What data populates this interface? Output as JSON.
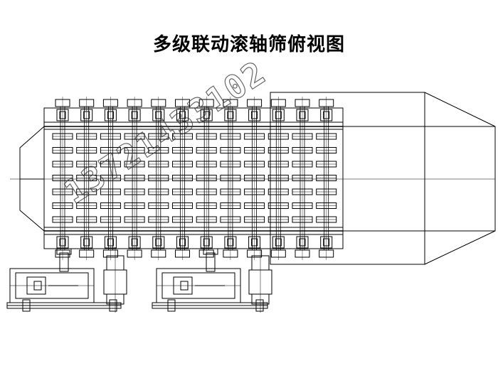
{
  "title": "多级联动滚轴筛俯视图",
  "watermark": "13721433102",
  "colors": {
    "line": "#000000",
    "background": "#ffffff",
    "watermark": "#333333"
  },
  "roller_count": 12
}
